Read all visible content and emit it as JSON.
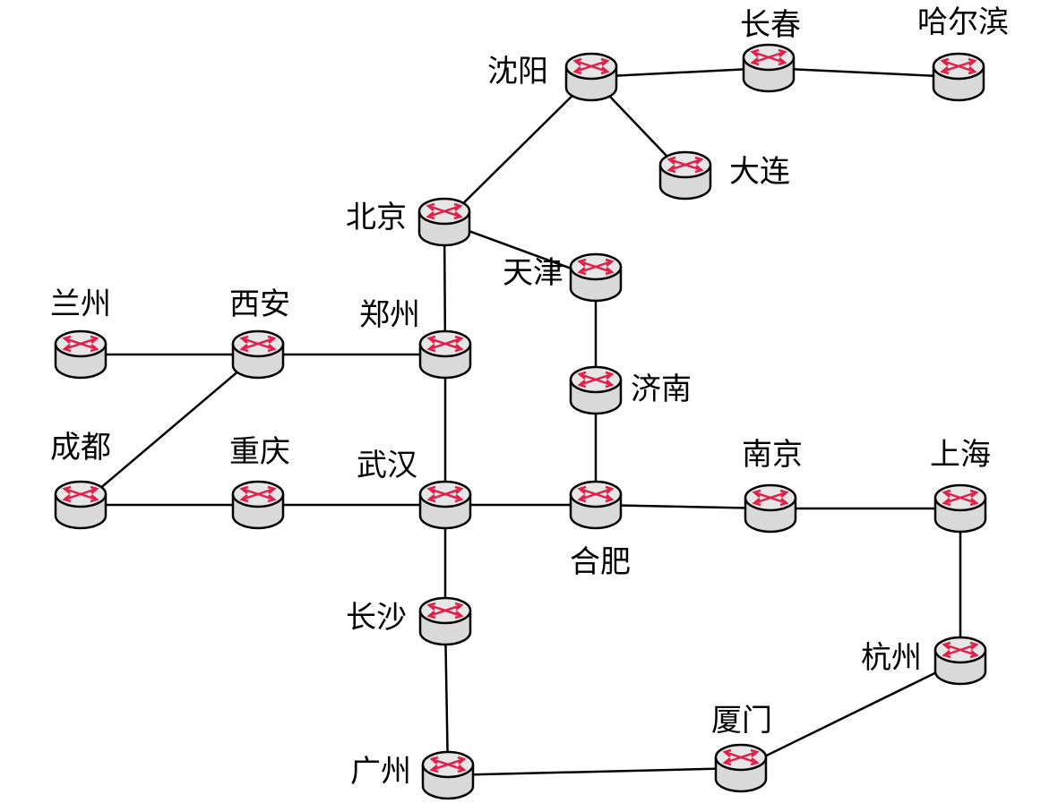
{
  "colors": {
    "line": "#000000",
    "router_fill": "#d9d9d9",
    "router_top": "#e6e6e6",
    "arrow": "#e0204a"
  },
  "nodes": [
    {
      "id": "shenyang",
      "label": "沈阳",
      "icon": "router-icon"
    },
    {
      "id": "changchun",
      "label": "长春",
      "icon": "router-icon"
    },
    {
      "id": "haerbin",
      "label": "哈尔滨",
      "icon": "router-icon"
    },
    {
      "id": "dalian",
      "label": "大连",
      "icon": "router-icon"
    },
    {
      "id": "beijing",
      "label": "北京",
      "icon": "router-icon"
    },
    {
      "id": "tianjin",
      "label": "天津",
      "icon": "router-icon"
    },
    {
      "id": "lanzhou",
      "label": "兰州",
      "icon": "router-icon"
    },
    {
      "id": "xian",
      "label": "西安",
      "icon": "router-icon"
    },
    {
      "id": "zhengzhou",
      "label": "郑州",
      "icon": "router-icon"
    },
    {
      "id": "jinan",
      "label": "济南",
      "icon": "router-icon"
    },
    {
      "id": "chengdu",
      "label": "成都",
      "icon": "router-icon"
    },
    {
      "id": "chongqing",
      "label": "重庆",
      "icon": "router-icon"
    },
    {
      "id": "wuhan",
      "label": "武汉",
      "icon": "router-icon"
    },
    {
      "id": "hefei",
      "label": "合肥",
      "icon": "router-icon"
    },
    {
      "id": "nanjing",
      "label": "南京",
      "icon": "router-icon"
    },
    {
      "id": "shanghai",
      "label": "上海",
      "icon": "router-icon"
    },
    {
      "id": "changsha",
      "label": "长沙",
      "icon": "router-icon"
    },
    {
      "id": "hangzhou",
      "label": "杭州",
      "icon": "router-icon"
    },
    {
      "id": "guangzhou",
      "label": "广州",
      "icon": "router-icon"
    },
    {
      "id": "xiamen",
      "label": "厦门",
      "icon": "router-icon"
    }
  ],
  "edges": [
    [
      "shenyang",
      "changchun"
    ],
    [
      "changchun",
      "haerbin"
    ],
    [
      "shenyang",
      "dalian"
    ],
    [
      "shenyang",
      "beijing"
    ],
    [
      "beijing",
      "tianjin"
    ],
    [
      "beijing",
      "zhengzhou"
    ],
    [
      "tianjin",
      "jinan"
    ],
    [
      "jinan",
      "hefei"
    ],
    [
      "lanzhou",
      "xian"
    ],
    [
      "xian",
      "zhengzhou"
    ],
    [
      "xian",
      "chengdu"
    ],
    [
      "zhengzhou",
      "wuhan"
    ],
    [
      "chengdu",
      "chongqing"
    ],
    [
      "chongqing",
      "wuhan"
    ],
    [
      "wuhan",
      "hefei"
    ],
    [
      "hefei",
      "nanjing"
    ],
    [
      "nanjing",
      "shanghai"
    ],
    [
      "shanghai",
      "hangzhou"
    ],
    [
      "hangzhou",
      "xiamen"
    ],
    [
      "xiamen",
      "guangzhou"
    ],
    [
      "guangzhou",
      "changsha"
    ],
    [
      "changsha",
      "wuhan"
    ]
  ]
}
